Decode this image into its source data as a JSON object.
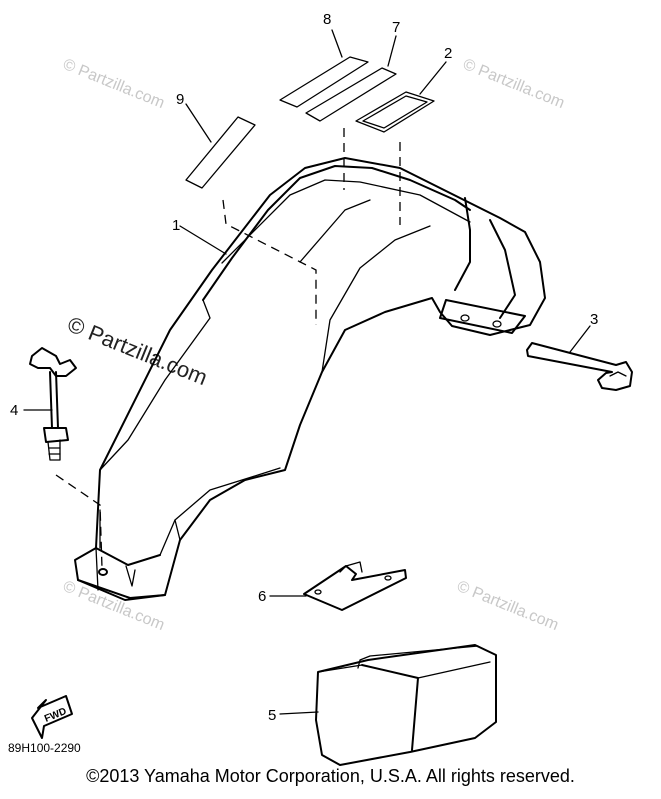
{
  "watermarks": {
    "main": "© Partzilla.com",
    "small": "© Partzilla.com"
  },
  "callouts": {
    "c1": "1",
    "c2": "2",
    "c3": "3",
    "c4": "4",
    "c5": "5",
    "c6": "6",
    "c7": "7",
    "c8": "8",
    "c9": "9"
  },
  "fwd_label": "FWD",
  "diagram_code": "89H100-2290",
  "copyright": "©2013  Yamaha Motor Corporation, U.S.A. All rights reserved."
}
